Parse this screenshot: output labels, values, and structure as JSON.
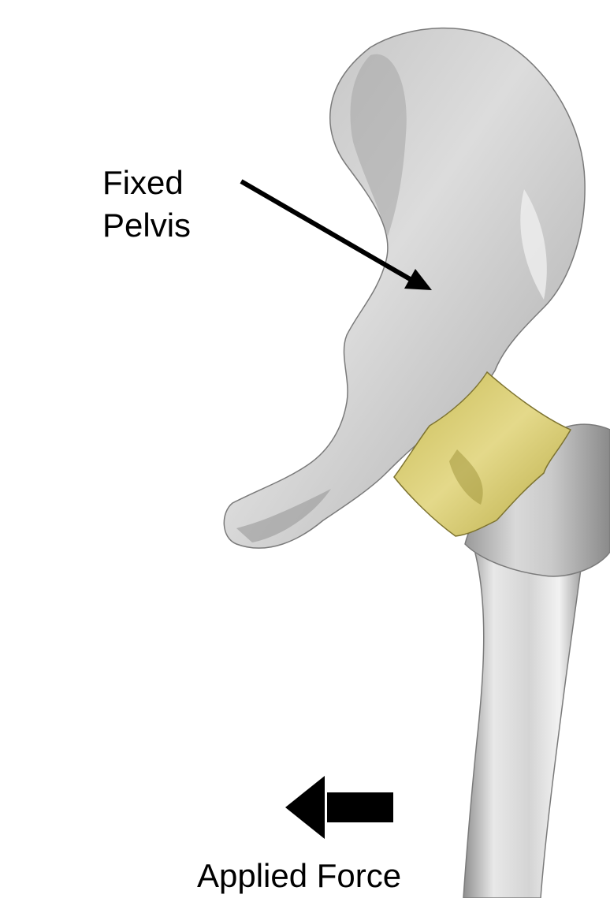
{
  "annotations": {
    "fixed_line1": "Fixed",
    "fixed_line2": "Pelvis",
    "applied_force": "Applied Force"
  },
  "colors": {
    "bone": "#d2d2d2",
    "bone_shadow": "#8e8e8e",
    "bone_highlight": "#f3f3f3",
    "joint_capsule": "#d2c66a",
    "arrow": "#000000"
  }
}
